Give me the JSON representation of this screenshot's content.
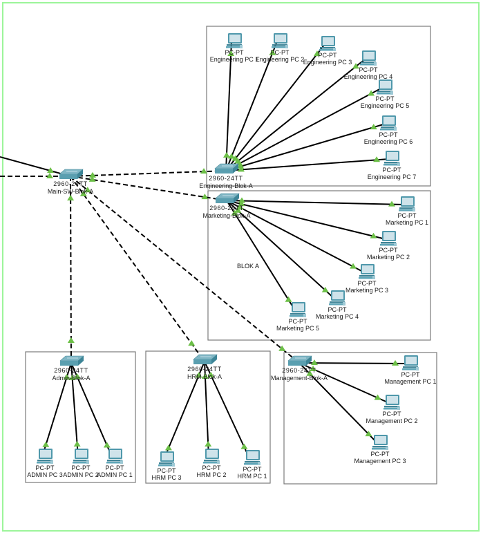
{
  "canvas": {
    "frame_color": "#9cf59a",
    "area_label": "BLOK A"
  },
  "colors": {
    "link": "#000000",
    "port_up": "#6cbf47",
    "switch_top": "#7fb6c4",
    "switch_side": "#3d8597",
    "pc_screen": "#cfe3ea",
    "pc_body": "#4f98ab"
  },
  "switches": [
    {
      "id": "main",
      "model": "2960-24TT",
      "name": "Main-SW-Blok-A"
    },
    {
      "id": "eng",
      "model": "2960-24TT",
      "name": "Engineering-Blok-A"
    },
    {
      "id": "mkt",
      "model": "2960-24TT",
      "name": "Marketing-Blok-A"
    },
    {
      "id": "adm",
      "model": "2960-24TT",
      "name": "Admin-Blok-A"
    },
    {
      "id": "hrm",
      "model": "2960-24TT",
      "name": "HRM-Blok-A"
    },
    {
      "id": "mgt",
      "model": "2960-24TT",
      "name": "Management-Blok-A"
    }
  ],
  "pcs": [
    {
      "id": "e1",
      "model": "PC-PT",
      "name": "Engineering  PC 1",
      "switch": "eng"
    },
    {
      "id": "e2",
      "model": "PC-PT",
      "name": "Engineering  PC 2",
      "switch": "eng"
    },
    {
      "id": "e3",
      "model": "PC-PT",
      "name": "Engineering  PC 3",
      "switch": "eng"
    },
    {
      "id": "e4",
      "model": "PC-PT",
      "name": "Engineering  PC 4",
      "switch": "eng"
    },
    {
      "id": "e5",
      "model": "PC-PT",
      "name": "Engineering  PC 5",
      "switch": "eng"
    },
    {
      "id": "e6",
      "model": "PC-PT",
      "name": "Engineering  PC 6",
      "switch": "eng"
    },
    {
      "id": "e7",
      "model": "PC-PT",
      "name": "Engineering  PC 7",
      "switch": "eng"
    },
    {
      "id": "m1",
      "model": "PC-PT",
      "name": "Marketing PC 1",
      "switch": "mkt"
    },
    {
      "id": "m2",
      "model": "PC-PT",
      "name": "Marketing PC 2",
      "switch": "mkt"
    },
    {
      "id": "m3",
      "model": "PC-PT",
      "name": "Marketing PC 3",
      "switch": "mkt"
    },
    {
      "id": "m4",
      "model": "PC-PT",
      "name": "Marketing PC 4",
      "switch": "mkt"
    },
    {
      "id": "m5",
      "model": "PC-PT",
      "name": "Marketing PC 5",
      "switch": "mkt"
    },
    {
      "id": "a3",
      "model": "PC-PT",
      "name": "ADMIN PC 3",
      "switch": "adm"
    },
    {
      "id": "a2",
      "model": "PC-PT",
      "name": "ADMIN PC 2",
      "switch": "adm"
    },
    {
      "id": "a1",
      "model": "PC-PT",
      "name": "ADMIN PC 1",
      "switch": "adm"
    },
    {
      "id": "h3",
      "model": "PC-PT",
      "name": "HRM PC 3",
      "switch": "hrm"
    },
    {
      "id": "h2",
      "model": "PC-PT",
      "name": "HRM PC 2",
      "switch": "hrm"
    },
    {
      "id": "h1",
      "model": "PC-PT",
      "name": "HRM PC 1",
      "switch": "hrm"
    },
    {
      "id": "g1",
      "model": "PC-PT",
      "name": "Management  PC 1",
      "switch": "mgt"
    },
    {
      "id": "g2",
      "model": "PC-PT",
      "name": "Management  PC 2",
      "switch": "mgt"
    },
    {
      "id": "g3",
      "model": "PC-PT",
      "name": "Management  PC 3",
      "switch": "mgt"
    }
  ],
  "links": [
    {
      "from": "uplink",
      "to": "main",
      "type": "straight"
    },
    {
      "from": "uplink2",
      "to": "main",
      "type": "crossover"
    },
    {
      "from": "main",
      "to": "eng",
      "type": "crossover"
    },
    {
      "from": "main",
      "to": "mkt",
      "type": "crossover"
    },
    {
      "from": "main",
      "to": "adm",
      "type": "crossover"
    },
    {
      "from": "main",
      "to": "hrm",
      "type": "crossover"
    },
    {
      "from": "main",
      "to": "mgt",
      "type": "crossover"
    }
  ]
}
